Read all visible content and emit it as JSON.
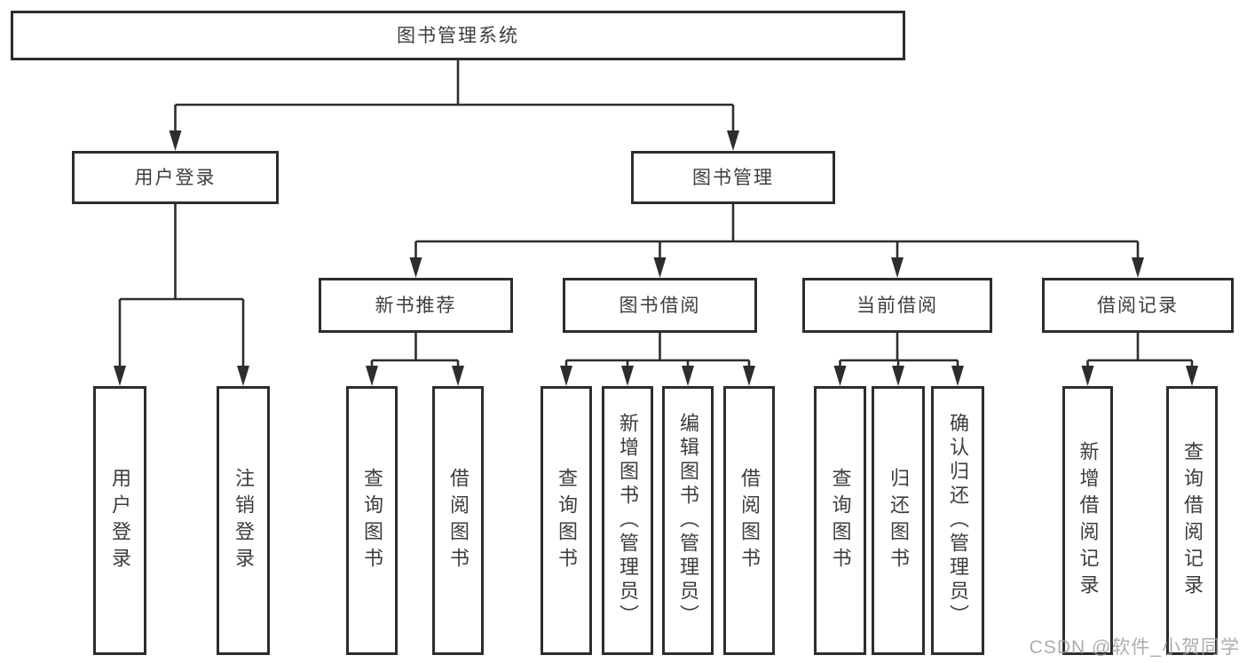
{
  "diagram": {
    "title": "图书管理系统",
    "level2": [
      {
        "label": "用户登录"
      },
      {
        "label": "图书管理"
      }
    ],
    "level3": [
      {
        "label": "新书推荐"
      },
      {
        "label": "图书借阅"
      },
      {
        "label": "当前借阅"
      },
      {
        "label": "借阅记录"
      }
    ],
    "leaves": {
      "user_login": [
        "用户登录",
        "注销登录"
      ],
      "new_book": [
        "查询图书",
        "借阅图书"
      ],
      "book_borrow": [
        "查询图书",
        "新增图书（管理员）",
        "编辑图书（管理员）",
        "借阅图书"
      ],
      "current_borrow": [
        "查询图书",
        "归还图书",
        "确认归还（管理员）"
      ],
      "borrow_record": [
        "新增借阅记录",
        "查询借阅记录"
      ]
    },
    "colors": {
      "line": "#2d2d2d",
      "text": "#3d3d3d",
      "background": "#ffffff",
      "watermark": "#9b9fa3"
    }
  },
  "watermark": "CSDN @软件_小贺同学"
}
